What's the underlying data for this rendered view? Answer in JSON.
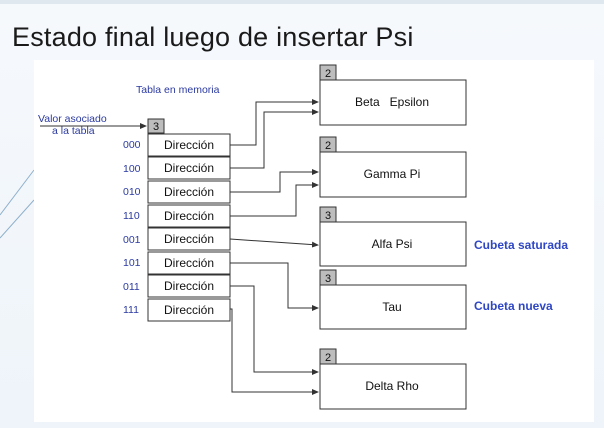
{
  "slide": {
    "title": "Estado final luego de insertar Psi"
  },
  "diagram": {
    "table_label": "Tabla en memoria",
    "assoc_label_line1": "Valor asociado",
    "assoc_label_line2": "a la tabla",
    "global_depth": "3",
    "rows": [
      {
        "key": "000",
        "cell": "Dirección"
      },
      {
        "key": "100",
        "cell": "Dirección"
      },
      {
        "key": "010",
        "cell": "Dirección"
      },
      {
        "key": "110",
        "cell": "Dirección"
      },
      {
        "key": "001",
        "cell": "Dirección"
      },
      {
        "key": "101",
        "cell": "Dirección"
      },
      {
        "key": "011",
        "cell": "Dirección"
      },
      {
        "key": "111",
        "cell": "Dirección"
      }
    ],
    "buckets": [
      {
        "depth": "2",
        "content": "Beta   Epsilon",
        "note": ""
      },
      {
        "depth": "2",
        "content": "Gamma Pi",
        "note": ""
      },
      {
        "depth": "3",
        "content": "Alfa Psi",
        "note": "Cubeta saturada"
      },
      {
        "depth": "3",
        "content": "Tau",
        "note": "Cubeta nueva"
      },
      {
        "depth": "2",
        "content": "Delta Rho",
        "note": ""
      }
    ]
  },
  "colors": {
    "label_blue": "#2b3aa0",
    "note_blue": "#2f47c4",
    "depth_fill": "#bdbdbd",
    "line": "#333333"
  }
}
